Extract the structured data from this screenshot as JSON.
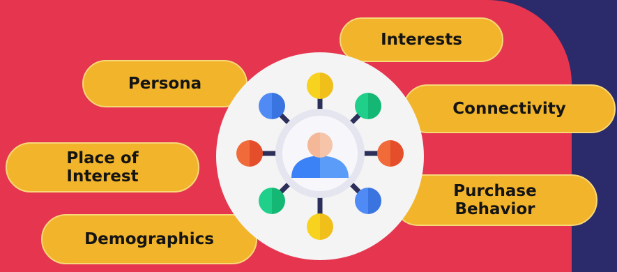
{
  "diagram": {
    "labels": {
      "interests": "Interests",
      "persona": "Persona",
      "connectivity": "Connectivity",
      "place_of_interest_line1": "Place of",
      "place_of_interest_line2": "Interest",
      "purchase_behavior_line1": "Purchase",
      "purchase_behavior_line2": "Behavior",
      "demographics": "Demographics"
    },
    "colors": {
      "background_red": "#e5354f",
      "background_navy": "#2b2a6b",
      "pill_fill": "#f2b42a",
      "hub_circle": "#f4f4f4",
      "person_icon_blue": "#3b82f6"
    },
    "center_icon": "user-network-icon"
  }
}
